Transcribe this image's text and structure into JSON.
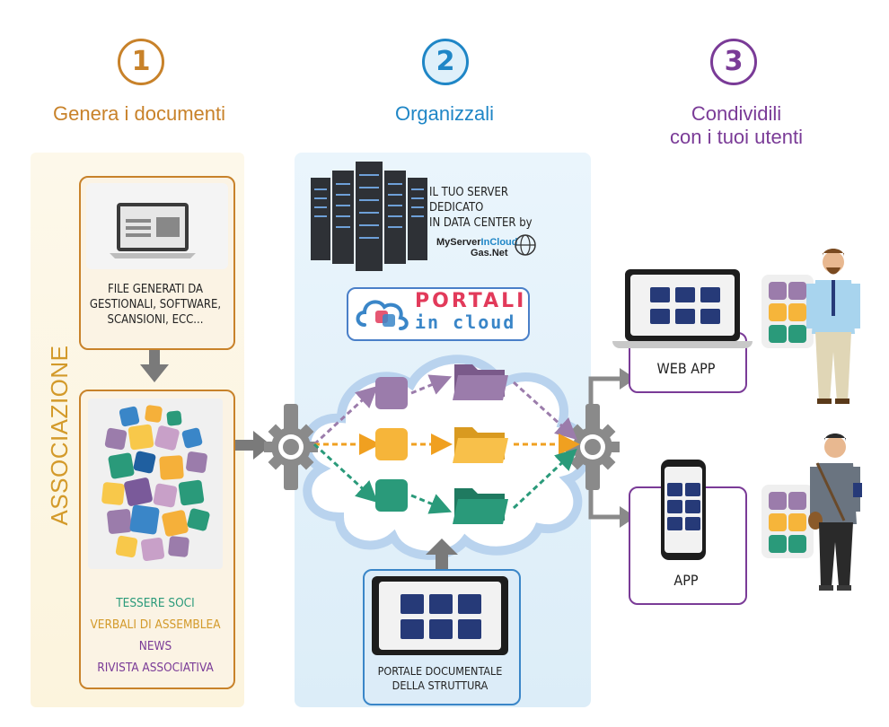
{
  "steps": [
    {
      "number": "1",
      "title": "Genera i documenti",
      "color": "#c8822a"
    },
    {
      "number": "2",
      "title": "Organizzali",
      "color": "#1f86c6"
    },
    {
      "number": "3",
      "title_line1": "Condividili",
      "title_line2": "con i tuoi utenti",
      "color": "#7a3b97"
    }
  ],
  "column1": {
    "side_label": "ASSOCIAZIONE",
    "files_label_lines": [
      "FILE GENERATI DA",
      "GESTIONALI, SOFTWARE,",
      "SCANSIONI, ECC..."
    ],
    "document_types": [
      {
        "label": "TESSERE SOCI",
        "color": "#2a9a7a"
      },
      {
        "label": "VERBALI DI ASSEMBLEA",
        "color": "#d39a2a"
      },
      {
        "label": "NEWS",
        "color": "#7a3b97"
      },
      {
        "label": "RIVISTA ASSOCIATIVA",
        "color": "#7a3b97"
      }
    ]
  },
  "column2": {
    "server_text_lines": [
      "IL TUO SERVER DEDICATO",
      "IN DATA CENTER by"
    ],
    "server_brand": {
      "part1": "MyServer",
      "part2": "InCloud",
      "part3": "Gas.Net"
    },
    "portal_logo": {
      "line1": "PORTALI",
      "line2": "in cloud"
    },
    "portal_label_lines": [
      "PORTALE DOCUMENTALE",
      "DELLA STRUTTURA"
    ],
    "category_colors": [
      "#9b7cab",
      "#f6b53a",
      "#2a9a7a"
    ]
  },
  "column3": {
    "webapp_label": "WEB APP",
    "app_label": "APP"
  },
  "colors": {
    "purple": "#9b7cab",
    "orange": "#f6b53a",
    "green": "#2a9a7a",
    "navy": "#263a78",
    "arrow_gray": "#7a7a7a"
  }
}
